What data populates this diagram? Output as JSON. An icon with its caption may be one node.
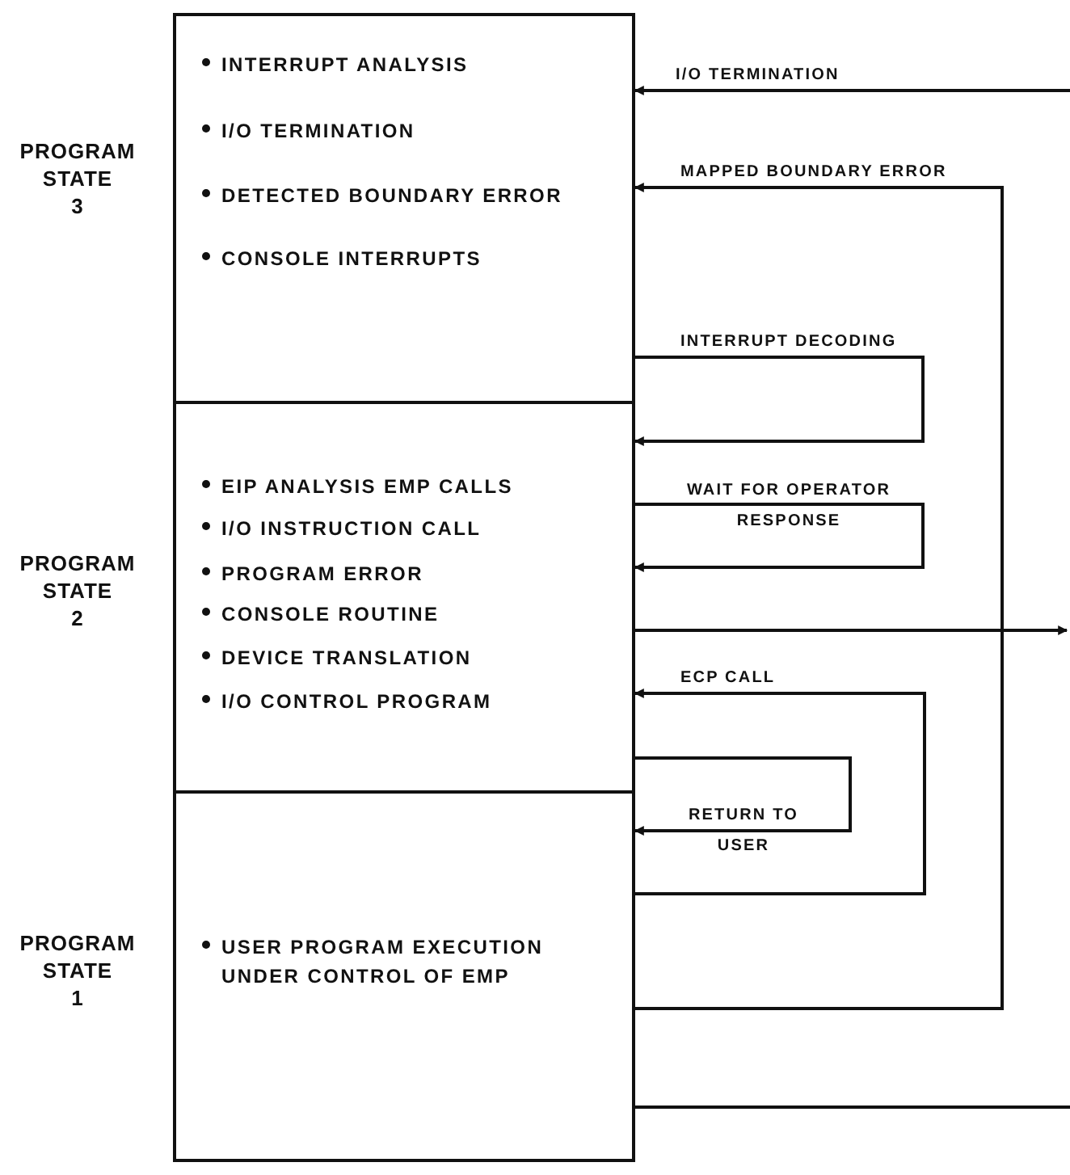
{
  "diagram": {
    "nodes": [
      {
        "text": [
          "INTERRUPT ANALYSIS",
          "I/O TERMINATION",
          "DETECTED BOUNDARY ERROR",
          "CONSOLE INTERRUPTS"
        ],
        "beside": [
          "PROGRAM STATE 3"
        ]
      },
      {
        "text": [
          "EIP ANALYSIS EMP CALLS",
          "I/O INSTRUCTION CALL",
          "PROGRAM ERROR",
          "CONSOLE ROUTINE",
          "DEVICE TRANSLATION",
          "I/O CONTROL PROGRAM"
        ],
        "beside": [
          "PROGRAM STATE 2"
        ]
      },
      {
        "text": [
          "USER PROGRAM EXECUTION UNDER CONTROL OF EMP"
        ],
        "beside": [
          "PROGRAM STATE 1"
        ]
      }
    ],
    "edges": [
      {
        "from": null,
        "to": 0,
        "arrow": "to",
        "label": "I/O TERMINATION"
      },
      {
        "from": 2,
        "to": 0,
        "arrow": "to",
        "label": "MAPPED BOUNDARY ERROR"
      },
      {
        "from": 0,
        "to": 1,
        "arrow": "to",
        "label": "INTERRUPT DECODING"
      },
      {
        "from": 1,
        "to": 1,
        "arrow": "to",
        "label": "WAIT FOR OPERATOR RESPONSE"
      },
      {
        "from": 1,
        "to": null,
        "arrow": "to"
      },
      {
        "from": 2,
        "to": 1,
        "arrow": "to",
        "label": "ECP CALL"
      },
      {
        "from": 1,
        "to": 2,
        "arrow": "to",
        "label": "RETURN TO USER"
      },
      {
        "from": 2,
        "to": null,
        "arrow": "none"
      }
    ]
  }
}
